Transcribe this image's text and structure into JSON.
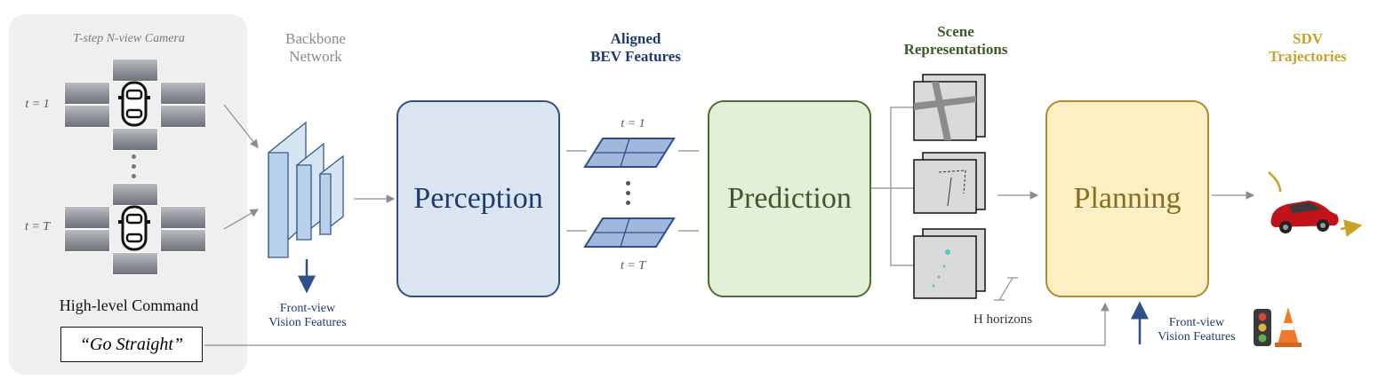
{
  "input_panel": {
    "camera_title": "T-step N-view Camera",
    "t_first": "t = 1",
    "t_last": "t = T",
    "command_title": "High-level Command",
    "command_value": "“Go Straight”"
  },
  "backbone": {
    "label_line1": "Backbone",
    "label_line2": "Network",
    "frontview_line1": "Front-view",
    "frontview_line2": "Vision Features"
  },
  "perception": {
    "label": "Perception",
    "color": "#1f3a6e"
  },
  "bev": {
    "label_line1": "Aligned",
    "label_line2": "BEV Features",
    "t_first": "t = 1",
    "t_last": "t = T"
  },
  "prediction": {
    "label": "Prediction",
    "color": "#3d5a2a"
  },
  "scene": {
    "label_line1": "Scene",
    "label_line2": "Representations",
    "horizons": "H horizons"
  },
  "planning": {
    "label": "Planning",
    "color": "#8a6a1f",
    "frontview_line1": "Front-view",
    "frontview_line2": "Vision Features"
  },
  "output": {
    "label_line1": "SDV",
    "label_line2": "Trajectories"
  }
}
